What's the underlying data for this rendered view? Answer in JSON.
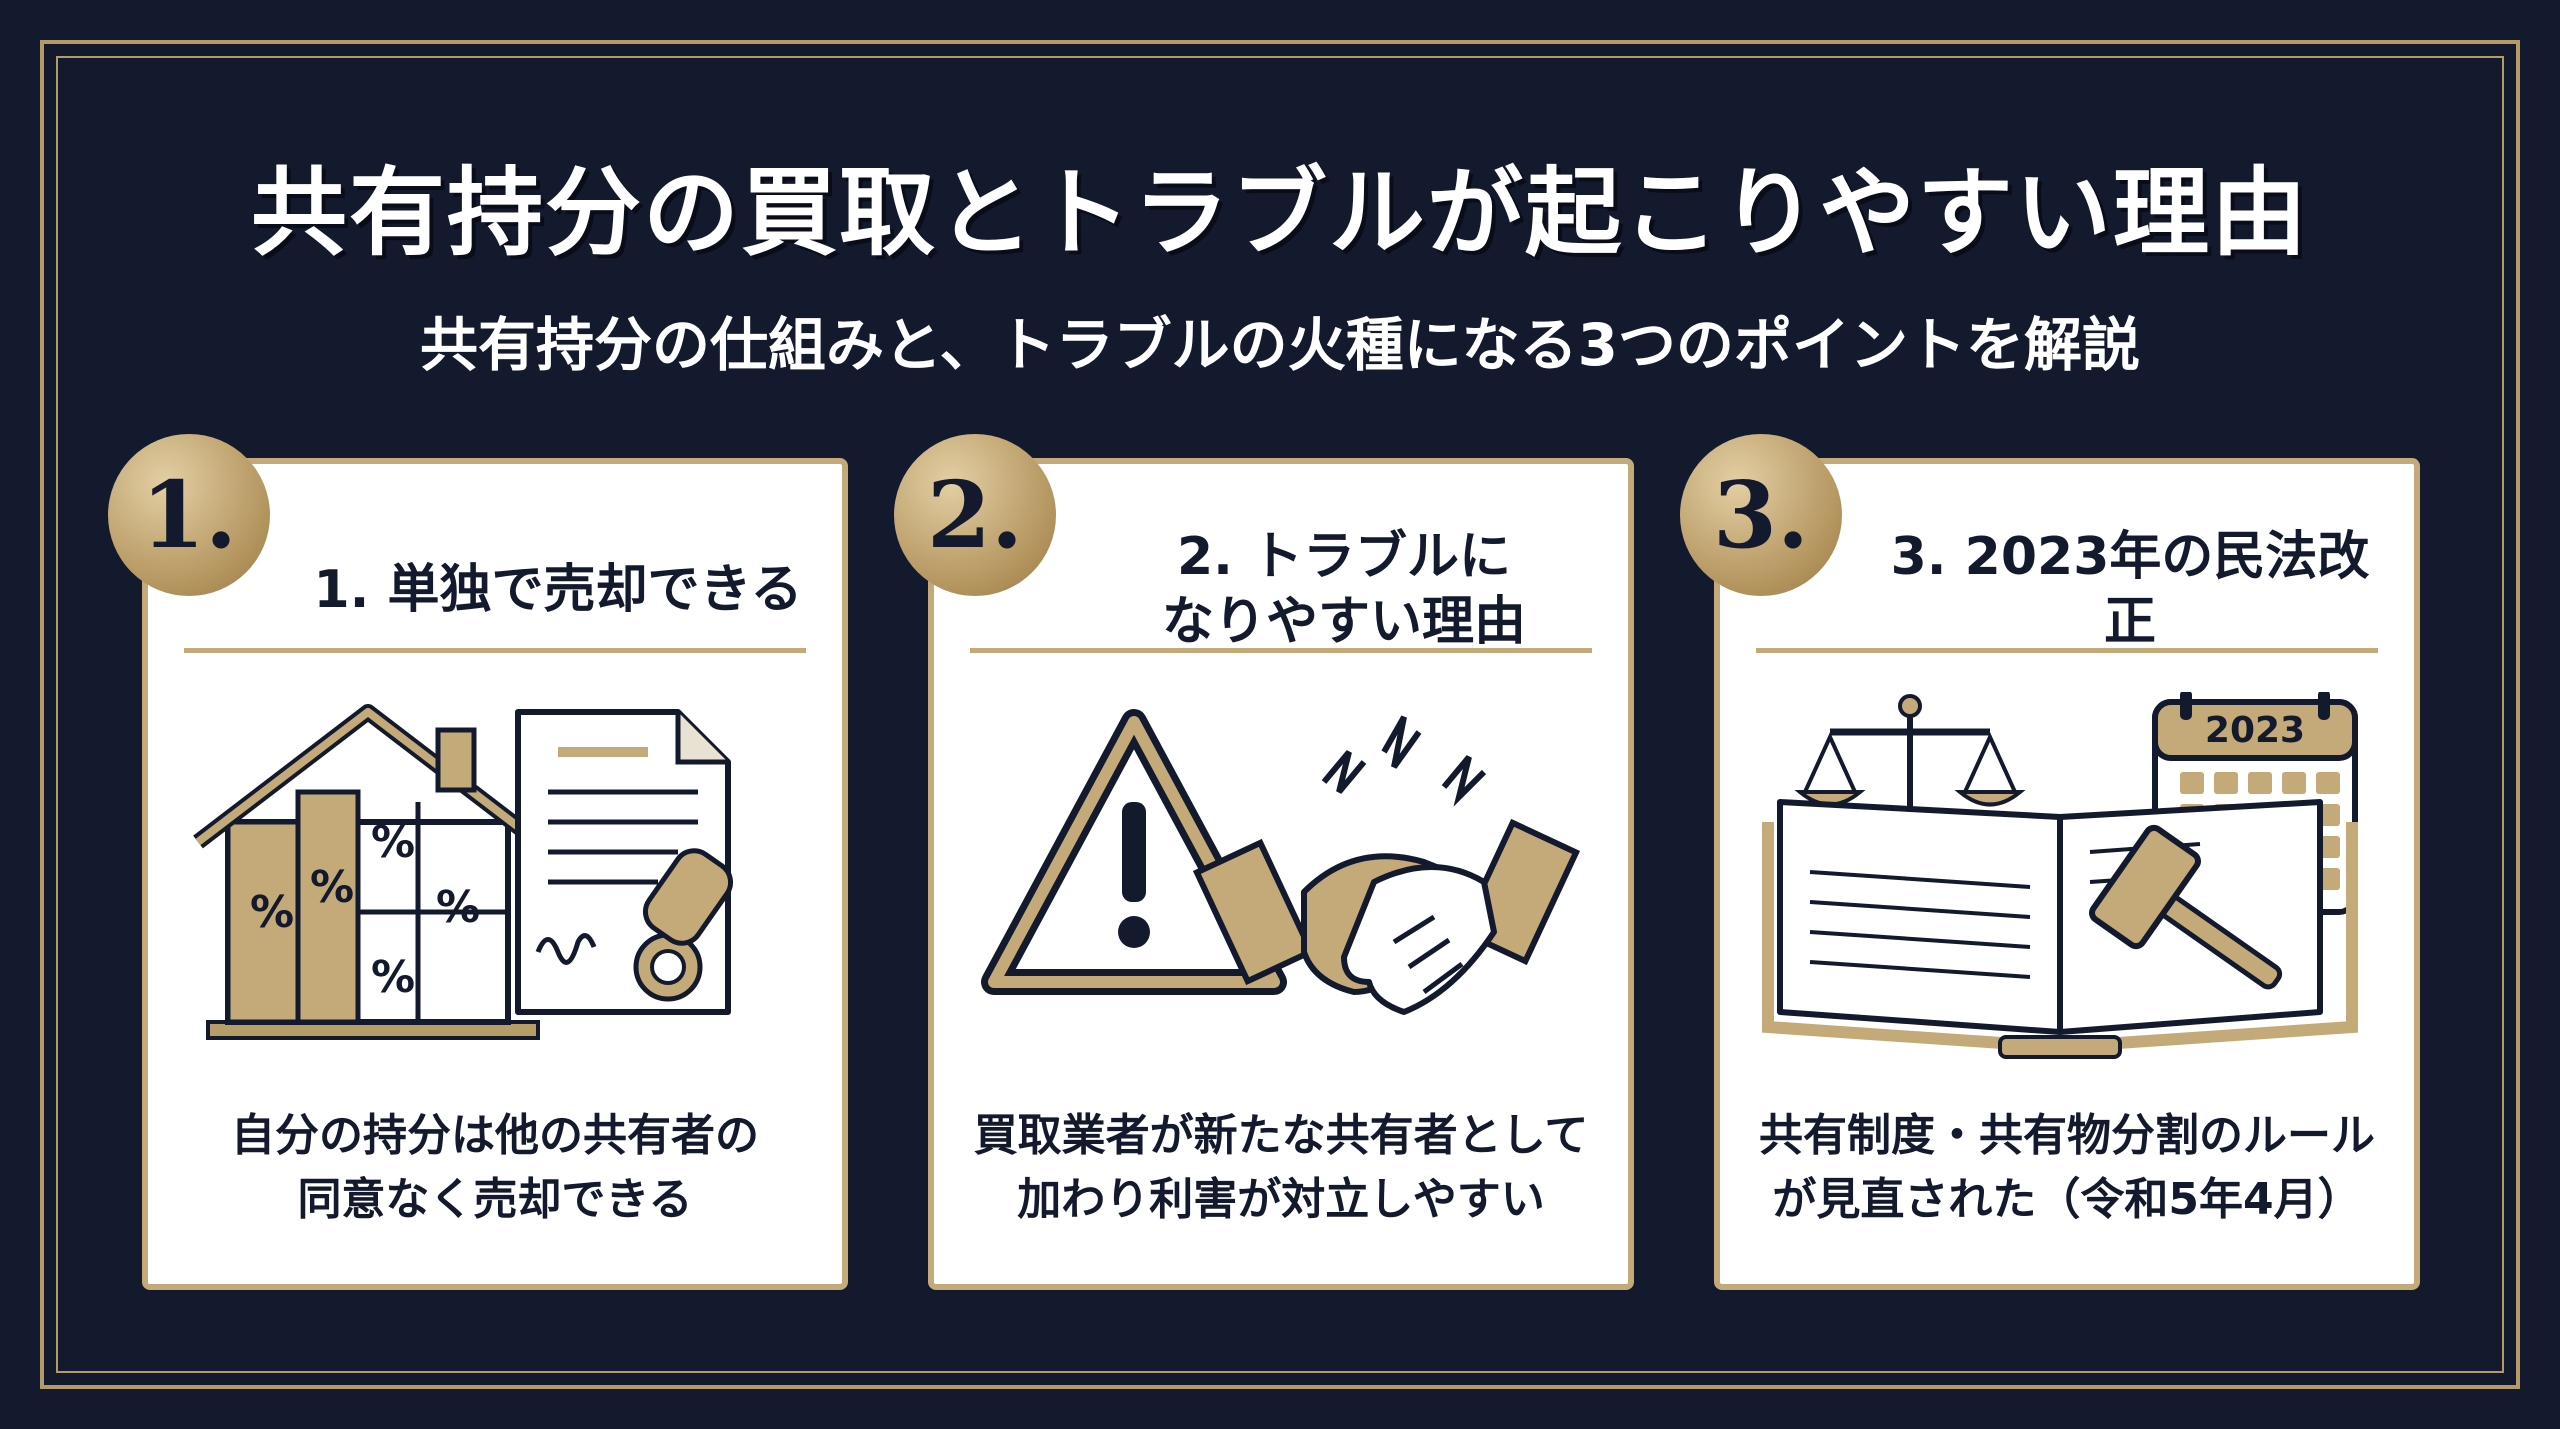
{
  "header": {
    "title": "共有持分の買取とトラブルが起こりやすい理由",
    "subtitle": "共有持分の仕組みと、トラブルの火種になる3つのポイントを解説"
  },
  "colors": {
    "background": "#141a2e",
    "gold": "#c4aa78",
    "card": "#ffffff",
    "text": "#141a2e"
  },
  "cards": [
    {
      "badge": "1.",
      "title": "1. 単独で売却できる",
      "icon": "house-percent-contract-icon",
      "description": "自分の持分は他の共有者の\n同意なく売却できる"
    },
    {
      "badge": "2.",
      "title": "2. トラブルに\nなりやすい理由",
      "icon": "warning-handshake-icon",
      "description": "買取業者が新たな共有者として\n加わり利害が対立しやすい"
    },
    {
      "badge": "3.",
      "title": "3. 2023年の民法改正",
      "icon": "law-book-gavel-calendar-icon",
      "calendar_year": "2023",
      "description": "共有制度・共有物分割のルール\nが見直された（令和5年4月）"
    }
  ]
}
